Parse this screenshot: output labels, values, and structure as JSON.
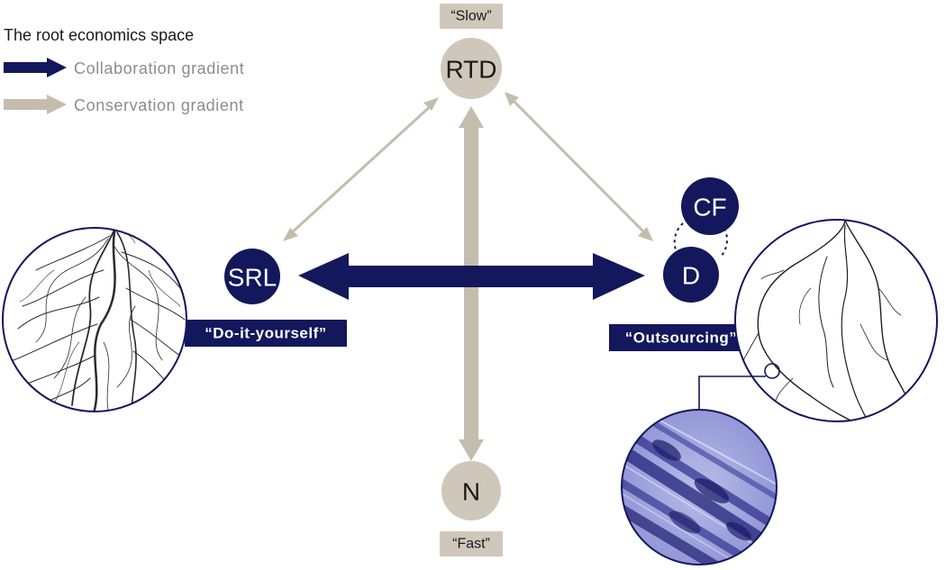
{
  "legend": {
    "title": "The root economics space",
    "items": [
      {
        "label": "Collaboration gradient",
        "color": "#13175c"
      },
      {
        "label": "Conservation gradient",
        "color": "#c4bdad"
      }
    ]
  },
  "nodes": {
    "rtd": "RTD",
    "n": "N",
    "srl": "SRL",
    "d": "D",
    "cf": "CF"
  },
  "tags": {
    "slow": "“Slow”",
    "fast": "“Fast”",
    "diy": "“Do-it-yourself”",
    "outsourcing": "“Outsourcing”"
  },
  "colors": {
    "navy": "#13175c",
    "beige": "#c4bdad",
    "beige_node": "#cfc8ba"
  }
}
